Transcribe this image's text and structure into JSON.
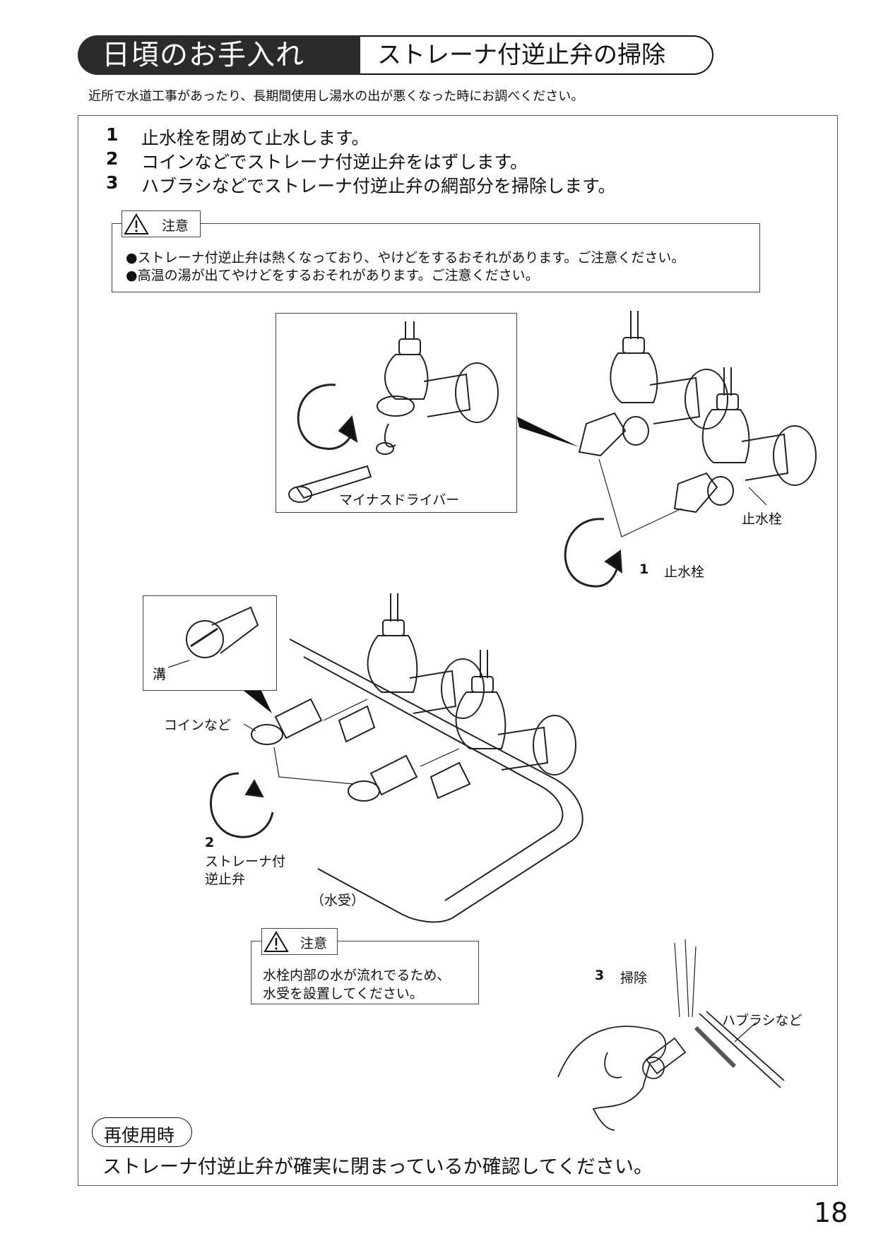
{
  "header": {
    "section_title": "日頃のお手入れ",
    "topic_title": "ストレーナ付逆止弁の掃除"
  },
  "intro": "近所で水道工事があったり、長期間使用し湯水の出が悪くなった時にお調べください。",
  "steps": [
    {
      "num": "1",
      "text": "止水栓を閉めて止水します。"
    },
    {
      "num": "2",
      "text": "コインなどでストレーナ付逆止弁をはずします。"
    },
    {
      "num": "3",
      "text": "ハブラシなどでストレーナ付逆止弁の網部分を掃除します。"
    }
  ],
  "caution1": {
    "label": "注意",
    "lines": [
      "●ストレーナ付逆止弁は熱くなっており、やけどをするおそれがあります。ご注意ください。",
      "●高温の湯が出てやけどをするおそれがあります。ご注意ください。"
    ]
  },
  "figure1": {
    "screwdriver_label": "マイナスドライバー",
    "valve_label": "止水栓",
    "step_num": "1",
    "step_label": "止水栓"
  },
  "figure2": {
    "groove_label": "溝",
    "coin_label": "コインなど",
    "step_num": "2",
    "part_line1": "ストレーナ付",
    "part_line2": "逆止弁",
    "tray_label": "（水受）"
  },
  "caution2": {
    "label": "注意",
    "lines": [
      "水栓内部の水が流れでるため、",
      "水受を設置してください。"
    ]
  },
  "figure3": {
    "step_num": "3",
    "step_label": "掃除",
    "brush_label": "ハブラシなど"
  },
  "reuse": {
    "label": "再使用時",
    "text": "ストレーナ付逆止弁が確実に閉まっているか確認してください。"
  },
  "page_number": "18"
}
